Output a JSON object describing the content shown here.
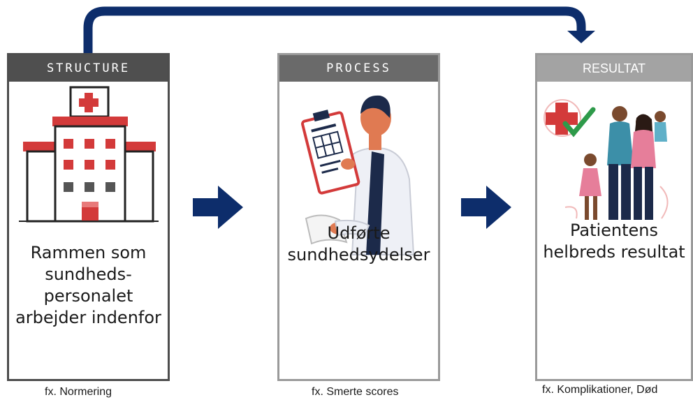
{
  "panels": [
    {
      "header": "STRUCTURE",
      "text": [
        "Rammen som",
        "sundheds-",
        "personalet",
        "arbejder indenfor"
      ],
      "footnote": "fx. Normering"
    },
    {
      "header": "PROCESS",
      "text": [
        "Udførte",
        "sundhedsydelser"
      ],
      "footnote": "fx. Smerte scores"
    },
    {
      "header": "RESULTAT",
      "text": [
        "Patientens",
        "helbreds resultat"
      ],
      "footnote": "fx. Komplikationer, Død"
    }
  ],
  "colors": {
    "arrow": "#0d2d6b",
    "accent_red": "#d33a3a",
    "header_dark": "#4f4f4f"
  },
  "icons": [
    "hospital-icon",
    "doctor-clipboard-icon",
    "family-health-icon",
    "feedback-arrow-icon",
    "right-arrow-icon"
  ]
}
